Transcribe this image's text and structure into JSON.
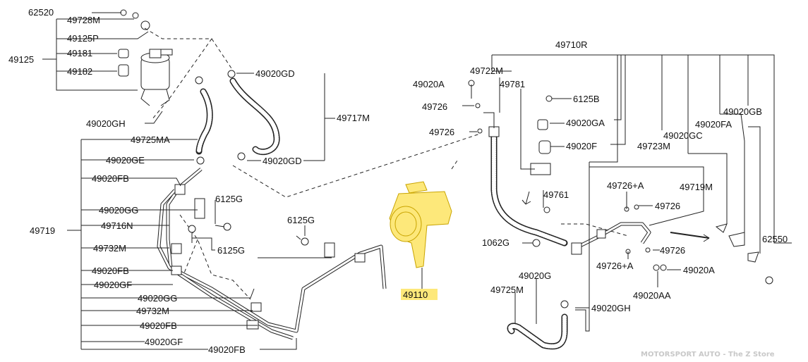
{
  "labels": {
    "p62520": "62520",
    "p49728M": "49728M",
    "p49125P": "49125P",
    "p49181": "49181",
    "p49182": "49182",
    "p49125": "49125",
    "p49020GD": "49020GD",
    "p49717M": "49717M",
    "p49020GD_b": "49020GD",
    "p49020GH": "49020GH",
    "p49725MA": "49725MA",
    "p49020GE": "49020GE",
    "p49020FB": "49020FB",
    "p6125G_a": "6125G",
    "p49020GG": "49020GG",
    "p49716N": "49716N",
    "p49719": "49719",
    "p6125G_b": "6125G",
    "p49732M": "49732M",
    "p49020FB_b": "49020FB",
    "p49020GF": "49020GF",
    "p6125G_c": "6125G",
    "p49020GG_b": "49020GG",
    "p49732M_b": "49732M",
    "p49020FB_c": "49020FB",
    "p49020GF_b": "49020GF",
    "p49020FB_d": "49020FB",
    "p49110": "49110",
    "p49710R": "49710R",
    "p49722M": "49722M",
    "p49020A": "49020A",
    "p49781": "49781",
    "p6125B": "6125B",
    "p49726_a": "49726",
    "p49726_b": "49726",
    "p49020GA": "49020GA",
    "p49020GB": "49020GB",
    "p49020FA": "49020FA",
    "p49020GC": "49020GC",
    "p49020F": "49020F",
    "p49723M": "49723M",
    "p49761": "49761",
    "p49726A_a": "49726+A",
    "p49719M": "49719M",
    "p49726_c": "49726",
    "p62550": "62550",
    "p1062G": "1062G",
    "p49726_d": "49726",
    "p49726A_b": "49726+A",
    "p49020A_b": "49020A",
    "p49020G": "49020G",
    "p49020AA": "49020AA",
    "p49725M": "49725M",
    "p49020GH_b": "49020GH"
  },
  "watermark": "MOTORSPORT AUTO - The Z Store",
  "highlight": {
    "part": "49110",
    "color": "#fde87a"
  }
}
